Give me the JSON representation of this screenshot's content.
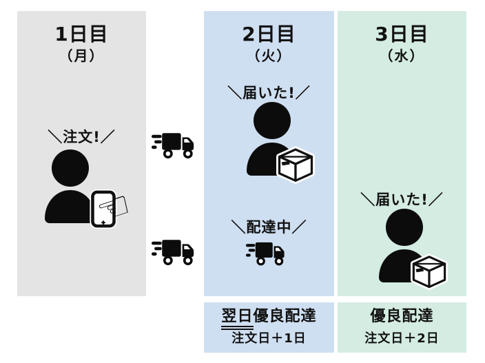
{
  "panels": {
    "day1": {
      "title": "1日目",
      "weekday": "（月）",
      "callout": "＼注文!／"
    },
    "day2": {
      "title": "2日目",
      "weekday": "（火）",
      "callout_delivered": "＼届いた!／",
      "callout_in_transit": "＼配達中／"
    },
    "day3": {
      "title": "3日目",
      "weekday": "（水）",
      "callout_delivered": "＼届いた!／"
    }
  },
  "footers": {
    "next_day": {
      "title_underlined": "翌日",
      "title_rest": "優良配達",
      "formula": "注文日＋1日"
    },
    "two_day": {
      "title": "優良配達",
      "formula": "注文日＋2日"
    }
  },
  "icons": {
    "delivery_truck": "delivery-truck-icon",
    "person": "person-icon",
    "package_box": "package-box-icon",
    "smartphone": "smartphone-icon",
    "pointing_hand": "pointing-hand-icon",
    "pointing_hand_glyph": "☜"
  },
  "colors": {
    "canvas_bg": "#ffffff",
    "day1_bg": "#e4e4e4",
    "day2_bg": "#cfdff2",
    "day3_bg": "#d4ece2",
    "ink": "#111111"
  }
}
